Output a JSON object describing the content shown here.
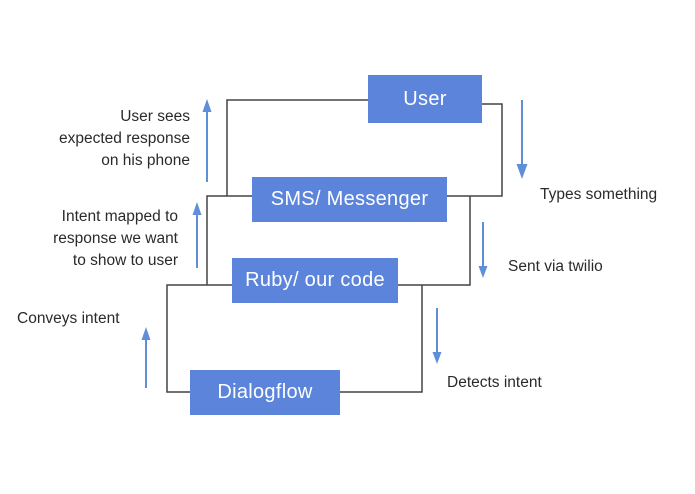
{
  "colors": {
    "box_fill": "#5b84da",
    "box_text": "#ffffff",
    "arrow_blue": "#5f8fd9",
    "connector_line": "#444444",
    "label_text": "#2a2a2a",
    "background": "#ffffff"
  },
  "boxes": [
    {
      "id": "user",
      "label": "User"
    },
    {
      "id": "sms",
      "label": "SMS/ Messenger"
    },
    {
      "id": "ruby",
      "label": "Ruby/ our code"
    },
    {
      "id": "dialogflow",
      "label": "Dialogflow"
    }
  ],
  "left_labels": [
    {
      "text": "User sees\nexpected response\non his phone",
      "arrow_direction": "up"
    },
    {
      "text": "Intent mapped to\nresponse we want\nto show to user",
      "arrow_direction": "up"
    },
    {
      "text": "Conveys intent",
      "arrow_direction": "up"
    }
  ],
  "right_labels": [
    {
      "text": "Types something",
      "arrow_direction": "down"
    },
    {
      "text": "Sent via twilio",
      "arrow_direction": "down"
    },
    {
      "text": "Detects intent",
      "arrow_direction": "down"
    }
  ]
}
